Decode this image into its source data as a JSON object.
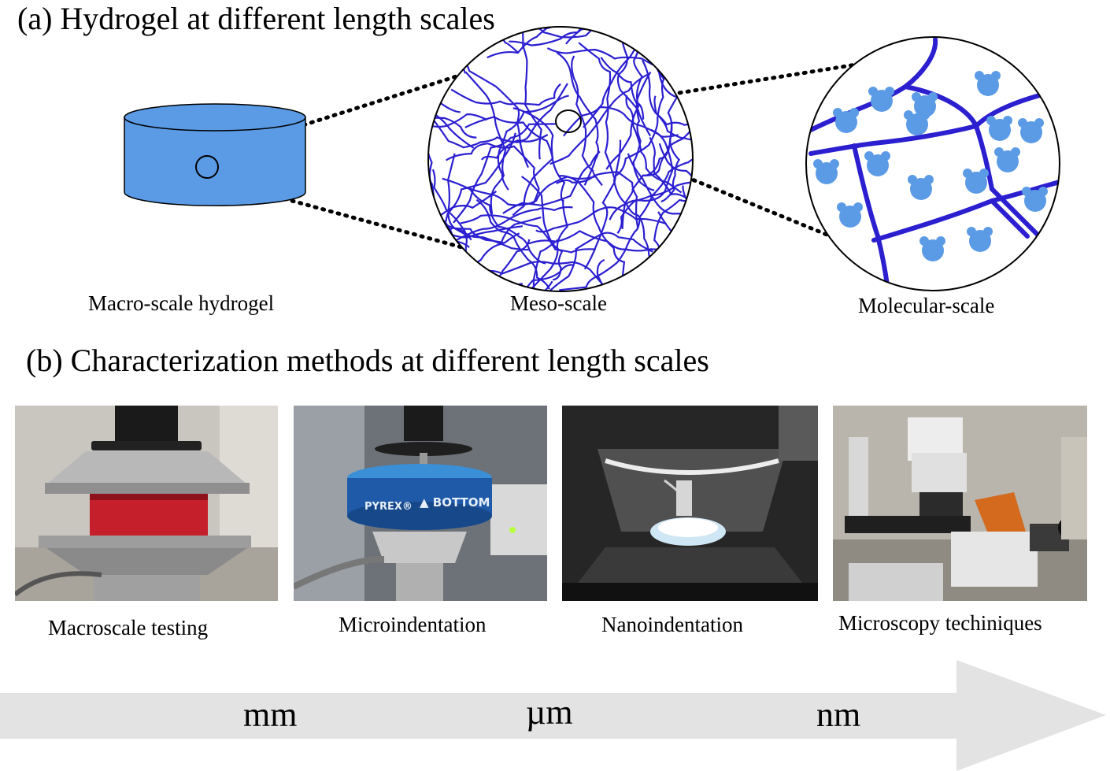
{
  "section_a": {
    "title": "(a) Hydrogel at different length scales",
    "labels": {
      "macro": "Macro-scale hydrogel",
      "meso": "Meso-scale",
      "molecular": "Molecular-scale"
    }
  },
  "section_b": {
    "title": "(b) Characterization methods at different length scales",
    "panels": [
      {
        "caption": "Macroscale testing"
      },
      {
        "caption": "Microindentation",
        "dish_text": "PYREX®",
        "dish_text2": "▲ BOTTOM"
      },
      {
        "caption": "Nanoindentation"
      },
      {
        "caption": "Microscopy techiniques"
      }
    ]
  },
  "scale_arrow": {
    "mm": "mm",
    "um": "µm",
    "nm": "nm"
  },
  "colors": {
    "hydrogel_fill": "#5b9be6",
    "network_line": "#2b1fd0",
    "particle": "#5b9be6",
    "arrow": "#e3e3e3"
  }
}
